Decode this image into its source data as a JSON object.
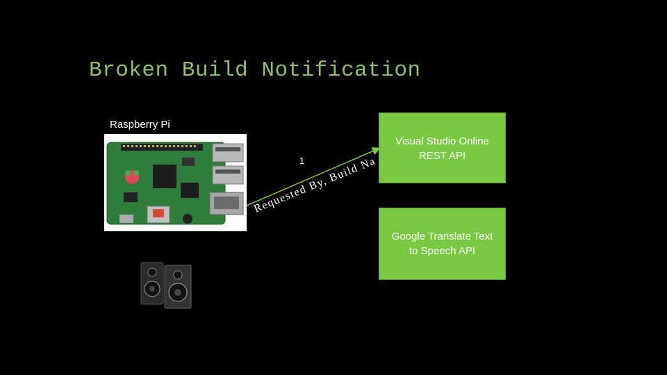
{
  "title": "Broken Build Notification",
  "raspberry_label": "Raspberry Pi",
  "step_number": "1",
  "arrow_label": "Requested By, Build Name",
  "vso_box": {
    "text": "Visual Studio Online\nREST API"
  },
  "gtts_box": {
    "text": "Google Translate Text\nto Speech API"
  },
  "colors": {
    "title": "#8fbf6a",
    "box_fill": "#7ac943",
    "arrow": "#7ac943",
    "text": "#ffffff",
    "background": "#000000"
  }
}
